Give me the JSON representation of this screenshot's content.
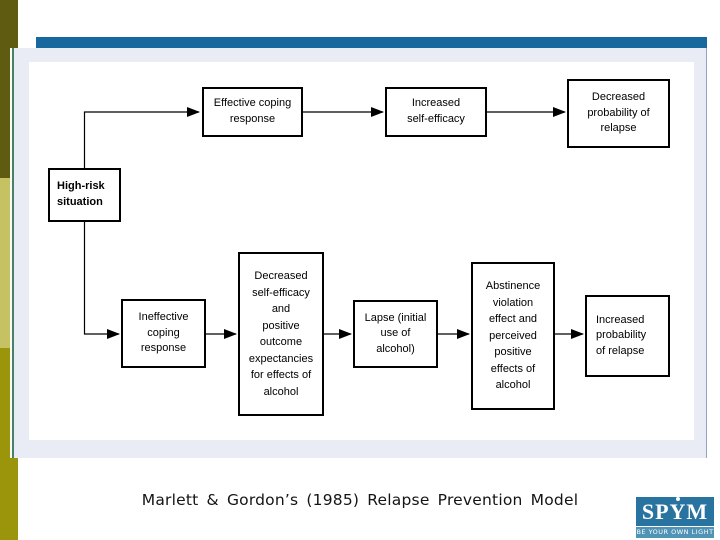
{
  "slide": {
    "caption": "Marlett & Gordon’s (1985) Relapse Prevention Model"
  },
  "diagram": {
    "nodes": {
      "high_risk": "High-risk\nsituation",
      "effective_coping": "Effective coping\nresponse",
      "increased_self_efficacy": "Increased\nself-efficacy",
      "decreased_probability": "Decreased\nprobability of\nrelapse",
      "ineffective_coping": "Ineffective\ncoping\nresponse",
      "decreased_self_efficacy": "Decreased\nself-efficacy\nand\npositive\noutcome\nexpectancies\nfor effects of\nalcohol",
      "lapse": "Lapse (initial\nuse of\nalcohol)",
      "abstinence_violation": "Abstinence\nviolation\neffect and\nperceived\npositive\neffects of\nalcohol",
      "increased_probability": "Increased\nprobability\nof relapse"
    },
    "edges": [
      "high_risk -> effective_coping",
      "effective_coping -> increased_self_efficacy",
      "increased_self_efficacy -> decreased_probability",
      "high_risk -> ineffective_coping",
      "ineffective_coping -> decreased_self_efficacy",
      "decreased_self_efficacy -> lapse",
      "lapse -> abstinence_violation",
      "abstinence_violation -> increased_probability"
    ]
  },
  "logo": {
    "letters": [
      "S",
      "P",
      "Y",
      "M"
    ],
    "tagline": "BE YOUR OWN LIGHT"
  },
  "colors": {
    "top_bar_blue": "#17689e",
    "slide_background": "#e9ecf5",
    "sidebar_dark_olive": "#5f5b10",
    "sidebar_light_olive": "#c6c162",
    "sidebar_medium_olive": "#9a950b",
    "sidebar_teal_line": "#47806d",
    "logo_blue": "#2873a0",
    "logo_strip_blue": "#4f93b5",
    "node_border": "#000000"
  }
}
